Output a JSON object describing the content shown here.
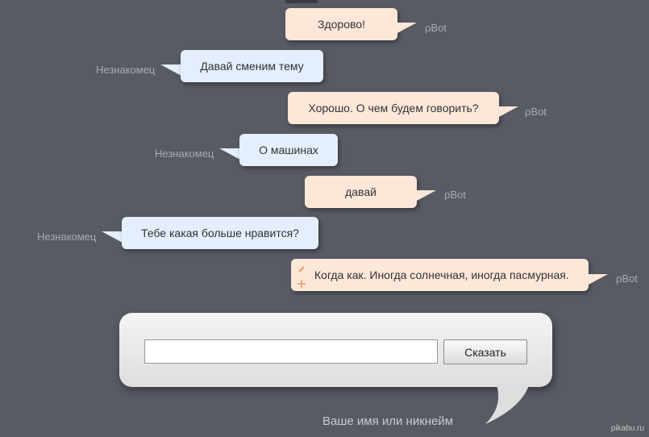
{
  "messages": [
    {
      "sender": "bot",
      "text": "Здорово!",
      "name": "ρBot"
    },
    {
      "sender": "user",
      "text": "Давай сменим тему",
      "name": "Незнакомец"
    },
    {
      "sender": "bot",
      "text": "Хорошо. О чем будем говорить?",
      "name": "ρBot"
    },
    {
      "sender": "user",
      "text": "О машинах",
      "name": "Незнакомец"
    },
    {
      "sender": "bot",
      "text": "давай",
      "name": "ρBot"
    },
    {
      "sender": "user",
      "text": "Тебе какая больше нравится?",
      "name": "Незнакомец"
    },
    {
      "sender": "bot",
      "text": "Когда как. Иногда солнечная, иногда пасмурная.",
      "name": "ρBot"
    }
  ],
  "input": {
    "value": "",
    "placeholder": "",
    "send_label": "Сказать",
    "nickname_label": "Ваше имя или никнейм"
  },
  "watermark": "pikabu.ru",
  "colors": {
    "background": "#585b63",
    "bot_bubble": "#fde7d9",
    "user_bubble": "#e4eefc",
    "name_text": "#a9abb0"
  },
  "icons": [
    "pencil-icon",
    "plus-icon"
  ]
}
